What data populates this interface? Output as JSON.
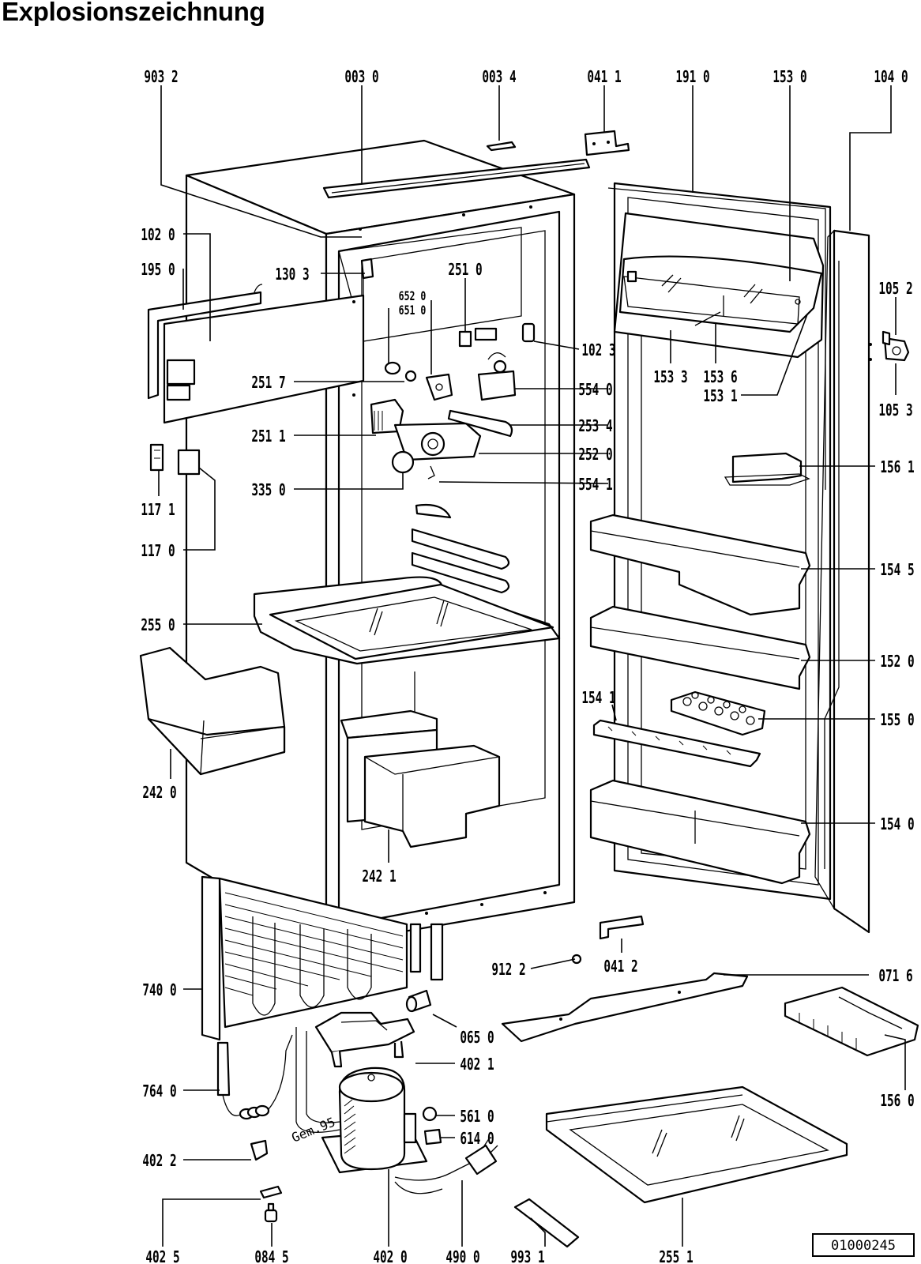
{
  "title": "Explosionszeichnung",
  "document_number": "01000245",
  "handwritten_note": "Gem.95",
  "labels": [
    {
      "id": "p9032",
      "text": "903 2"
    },
    {
      "id": "p0030",
      "text": "003 0"
    },
    {
      "id": "p0034",
      "text": "003 4"
    },
    {
      "id": "p0411",
      "text": "041 1"
    },
    {
      "id": "p1910",
      "text": "191 0"
    },
    {
      "id": "p1530",
      "text": "153 0"
    },
    {
      "id": "p1040",
      "text": "104 0"
    },
    {
      "id": "p1020",
      "text": "102 0"
    },
    {
      "id": "p1950",
      "text": "195 0"
    },
    {
      "id": "p1303",
      "text": "130 3"
    },
    {
      "id": "p2510",
      "text": "251 0"
    },
    {
      "id": "p6520",
      "text": "652 0"
    },
    {
      "id": "p6510",
      "text": "651 0"
    },
    {
      "id": "p1052",
      "text": "105 2"
    },
    {
      "id": "p1023",
      "text": "102 3"
    },
    {
      "id": "p1533",
      "text": "153 3"
    },
    {
      "id": "p1536",
      "text": "153 6"
    },
    {
      "id": "p1531",
      "text": "153 1"
    },
    {
      "id": "p1053",
      "text": "105 3"
    },
    {
      "id": "p2517",
      "text": "251 7"
    },
    {
      "id": "p5540",
      "text": "554 0"
    },
    {
      "id": "p2534",
      "text": "253 4"
    },
    {
      "id": "p2511",
      "text": "251 1"
    },
    {
      "id": "p2520",
      "text": "252 0"
    },
    {
      "id": "p1561",
      "text": "156 1"
    },
    {
      "id": "p1171",
      "text": "117 1"
    },
    {
      "id": "p3350",
      "text": "335 0"
    },
    {
      "id": "p5541",
      "text": "554 1"
    },
    {
      "id": "p1170",
      "text": "117 0"
    },
    {
      "id": "p1545",
      "text": "154 5"
    },
    {
      "id": "p2550",
      "text": "255 0"
    },
    {
      "id": "p1520",
      "text": "152 0"
    },
    {
      "id": "p1541",
      "text": "154 1"
    },
    {
      "id": "p1550",
      "text": "155 0"
    },
    {
      "id": "p2420",
      "text": "242 0"
    },
    {
      "id": "p1540",
      "text": "154 0"
    },
    {
      "id": "p2421",
      "text": "242 1"
    },
    {
      "id": "p9122",
      "text": "912 2"
    },
    {
      "id": "p0412",
      "text": "041 2"
    },
    {
      "id": "p0716",
      "text": "071 6"
    },
    {
      "id": "p7400",
      "text": "740 0"
    },
    {
      "id": "p0650",
      "text": "065 0"
    },
    {
      "id": "p4021",
      "text": "402 1"
    },
    {
      "id": "p7640",
      "text": "764 0"
    },
    {
      "id": "p1560",
      "text": "156 0"
    },
    {
      "id": "p5610",
      "text": "561 0"
    },
    {
      "id": "p6140",
      "text": "614 0"
    },
    {
      "id": "p4022",
      "text": "402 2"
    },
    {
      "id": "p4025",
      "text": "402 5"
    },
    {
      "id": "p0845",
      "text": "084 5"
    },
    {
      "id": "p4020",
      "text": "402 0"
    },
    {
      "id": "p4900",
      "text": "490 0"
    },
    {
      "id": "p9931",
      "text": "993 1"
    },
    {
      "id": "p2551",
      "text": "255 1"
    }
  ]
}
